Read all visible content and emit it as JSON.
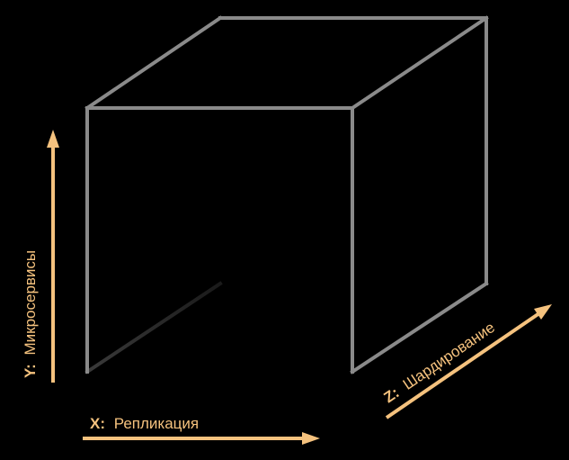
{
  "colors": {
    "background": "#000000",
    "cube_edge": "#8a8a8a",
    "cube_hidden_edge": "#2a2a2a",
    "axis_accent": "#f5c27e"
  },
  "axes": {
    "x": {
      "key": "X:",
      "label": "Репликация"
    },
    "y": {
      "key": "Y:",
      "label": "Микросервисы"
    },
    "z": {
      "key": "Z:",
      "label": "Шардирование"
    }
  }
}
